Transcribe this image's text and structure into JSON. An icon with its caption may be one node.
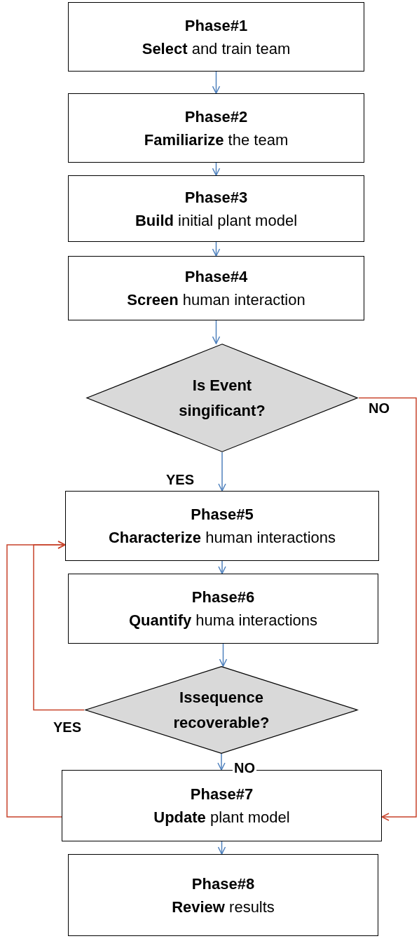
{
  "diagram": {
    "nodes": [
      {
        "text": [
          "Phase#1",
          "**Select** and train team"
        ]
      },
      {
        "text": [
          "Phase#2",
          "**Familiarize** the team"
        ]
      },
      {
        "text": [
          "Phase#3",
          "**Build** initial plant model"
        ]
      },
      {
        "text": [
          "Phase#4",
          "**Screen** human interaction"
        ]
      },
      {
        "text": [
          "Is Event singificant?"
        ]
      },
      {
        "text": [
          "Phase#5",
          "**Characterize** human interactions"
        ]
      },
      {
        "text": [
          "Phase#6",
          "**Quantify** huma interactions"
        ]
      },
      {
        "text": [
          "Issequence recoverable?"
        ]
      },
      {
        "text": [
          "Phase#7",
          "**Update** plant model"
        ]
      },
      {
        "text": [
          "Phase#8",
          "**Review** results"
        ]
      }
    ],
    "edges": [
      {
        "from": 0,
        "to": 1,
        "arrow": "to"
      },
      {
        "from": 1,
        "to": 2,
        "arrow": "to"
      },
      {
        "from": 2,
        "to": 3,
        "arrow": "to"
      },
      {
        "from": 3,
        "to": 4,
        "arrow": "to"
      },
      {
        "from": 4,
        "to": 5,
        "arrow": "to",
        "label": "YES"
      },
      {
        "from": 4,
        "to": 8,
        "arrow": "to",
        "label": "NO",
        "color": "#c8432b"
      },
      {
        "from": 5,
        "to": 6,
        "arrow": "to"
      },
      {
        "from": 6,
        "to": 7,
        "arrow": "to"
      },
      {
        "from": 7,
        "to": 5,
        "arrow": "to",
        "label": "YES",
        "color": "#c8432b"
      },
      {
        "from": 7,
        "to": 8,
        "arrow": "to",
        "label": "NO"
      },
      {
        "from": 8,
        "to": 5,
        "arrow": "to",
        "color": "#c8432b"
      },
      {
        "from": 8,
        "to": 9,
        "arrow": "to"
      }
    ]
  }
}
